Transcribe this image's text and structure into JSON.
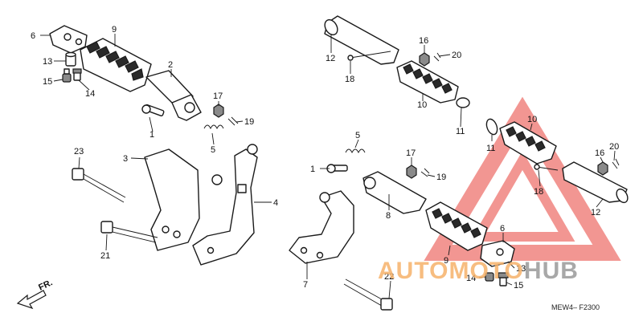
{
  "diagram": {
    "code": "MEW4– F2300",
    "direction_label": "FR."
  },
  "watermark": {
    "text_part1": "AUTOMOTO",
    "text_part2": "HUB",
    "color_orange": "#f6b26b",
    "color_gray": "#9a9a9a",
    "color_red": "#e8413a"
  },
  "callouts": [
    "6",
    "9",
    "13",
    "2",
    "15",
    "14",
    "17",
    "19",
    "1",
    "5",
    "3",
    "23",
    "4",
    "21",
    "12",
    "16",
    "20",
    "18",
    "10",
    "11",
    "5",
    "17",
    "1",
    "19",
    "10",
    "16",
    "20",
    "11",
    "18",
    "8",
    "12",
    "7",
    "6",
    "9",
    "13",
    "14",
    "15",
    "22"
  ]
}
